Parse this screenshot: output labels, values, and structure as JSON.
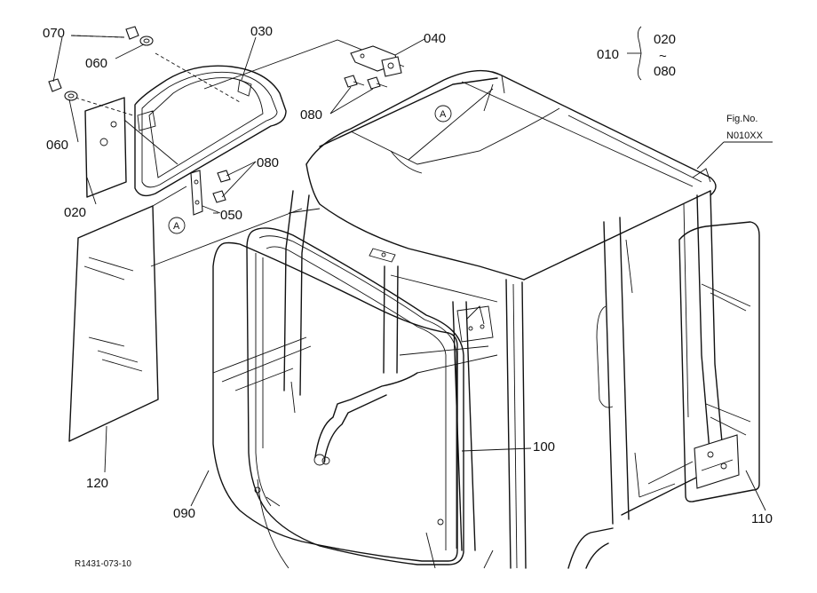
{
  "callouts": {
    "p010": "010",
    "p020": "020",
    "p020_range": "020",
    "p030": "030",
    "p040": "040",
    "p050": "050",
    "p060_top": "060",
    "p060_left": "060",
    "p070": "070",
    "p080_top": "080",
    "p080_mid": "080",
    "p080_range": "080",
    "p090": "090",
    "p100": "100",
    "p110": "110",
    "p120": "120",
    "range_tilde": "~"
  },
  "reference_marks": {
    "a_top": "A",
    "a_bottom": "A"
  },
  "figure_reference": {
    "line1": "Fig.No.",
    "line2": "N010XX"
  },
  "drawing_number": "R1431-073-10",
  "icons": {
    "bolt": "hex-bolt-icon",
    "grommet": "grommet-icon",
    "bracket": "hinge-bracket-icon"
  }
}
